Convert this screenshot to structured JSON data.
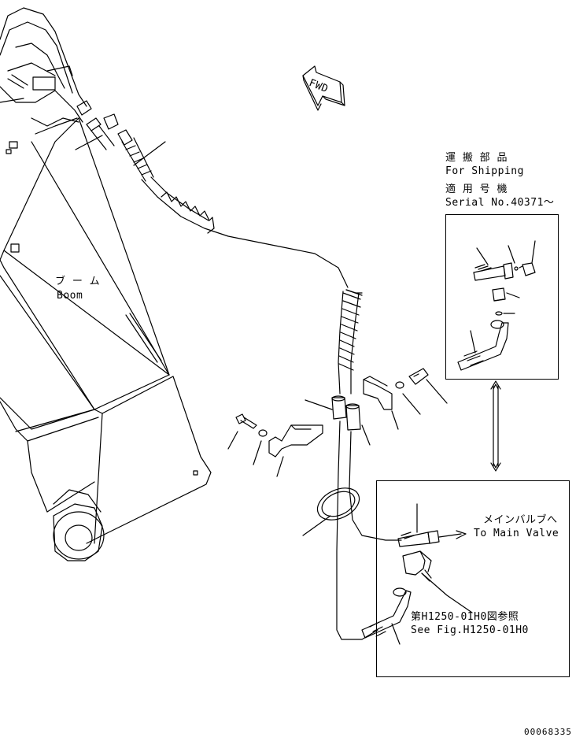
{
  "arrow": {
    "text": "FWD"
  },
  "labels": {
    "shipping_jp": "運 搬 部 品",
    "shipping_en": "For Shipping",
    "serial_jp": "適 用 号 機",
    "serial_en": "Serial No.40371～",
    "boom_jp": "ブ ー ム",
    "boom_en": "Boom",
    "main_valve_jp": "メインバルブへ",
    "main_valve_en": "To Main Valve",
    "see_fig_jp": "第H1250-01H0図参照",
    "see_fig_en": "See Fig.H1250-01H0"
  },
  "drawing_number": "00068335"
}
